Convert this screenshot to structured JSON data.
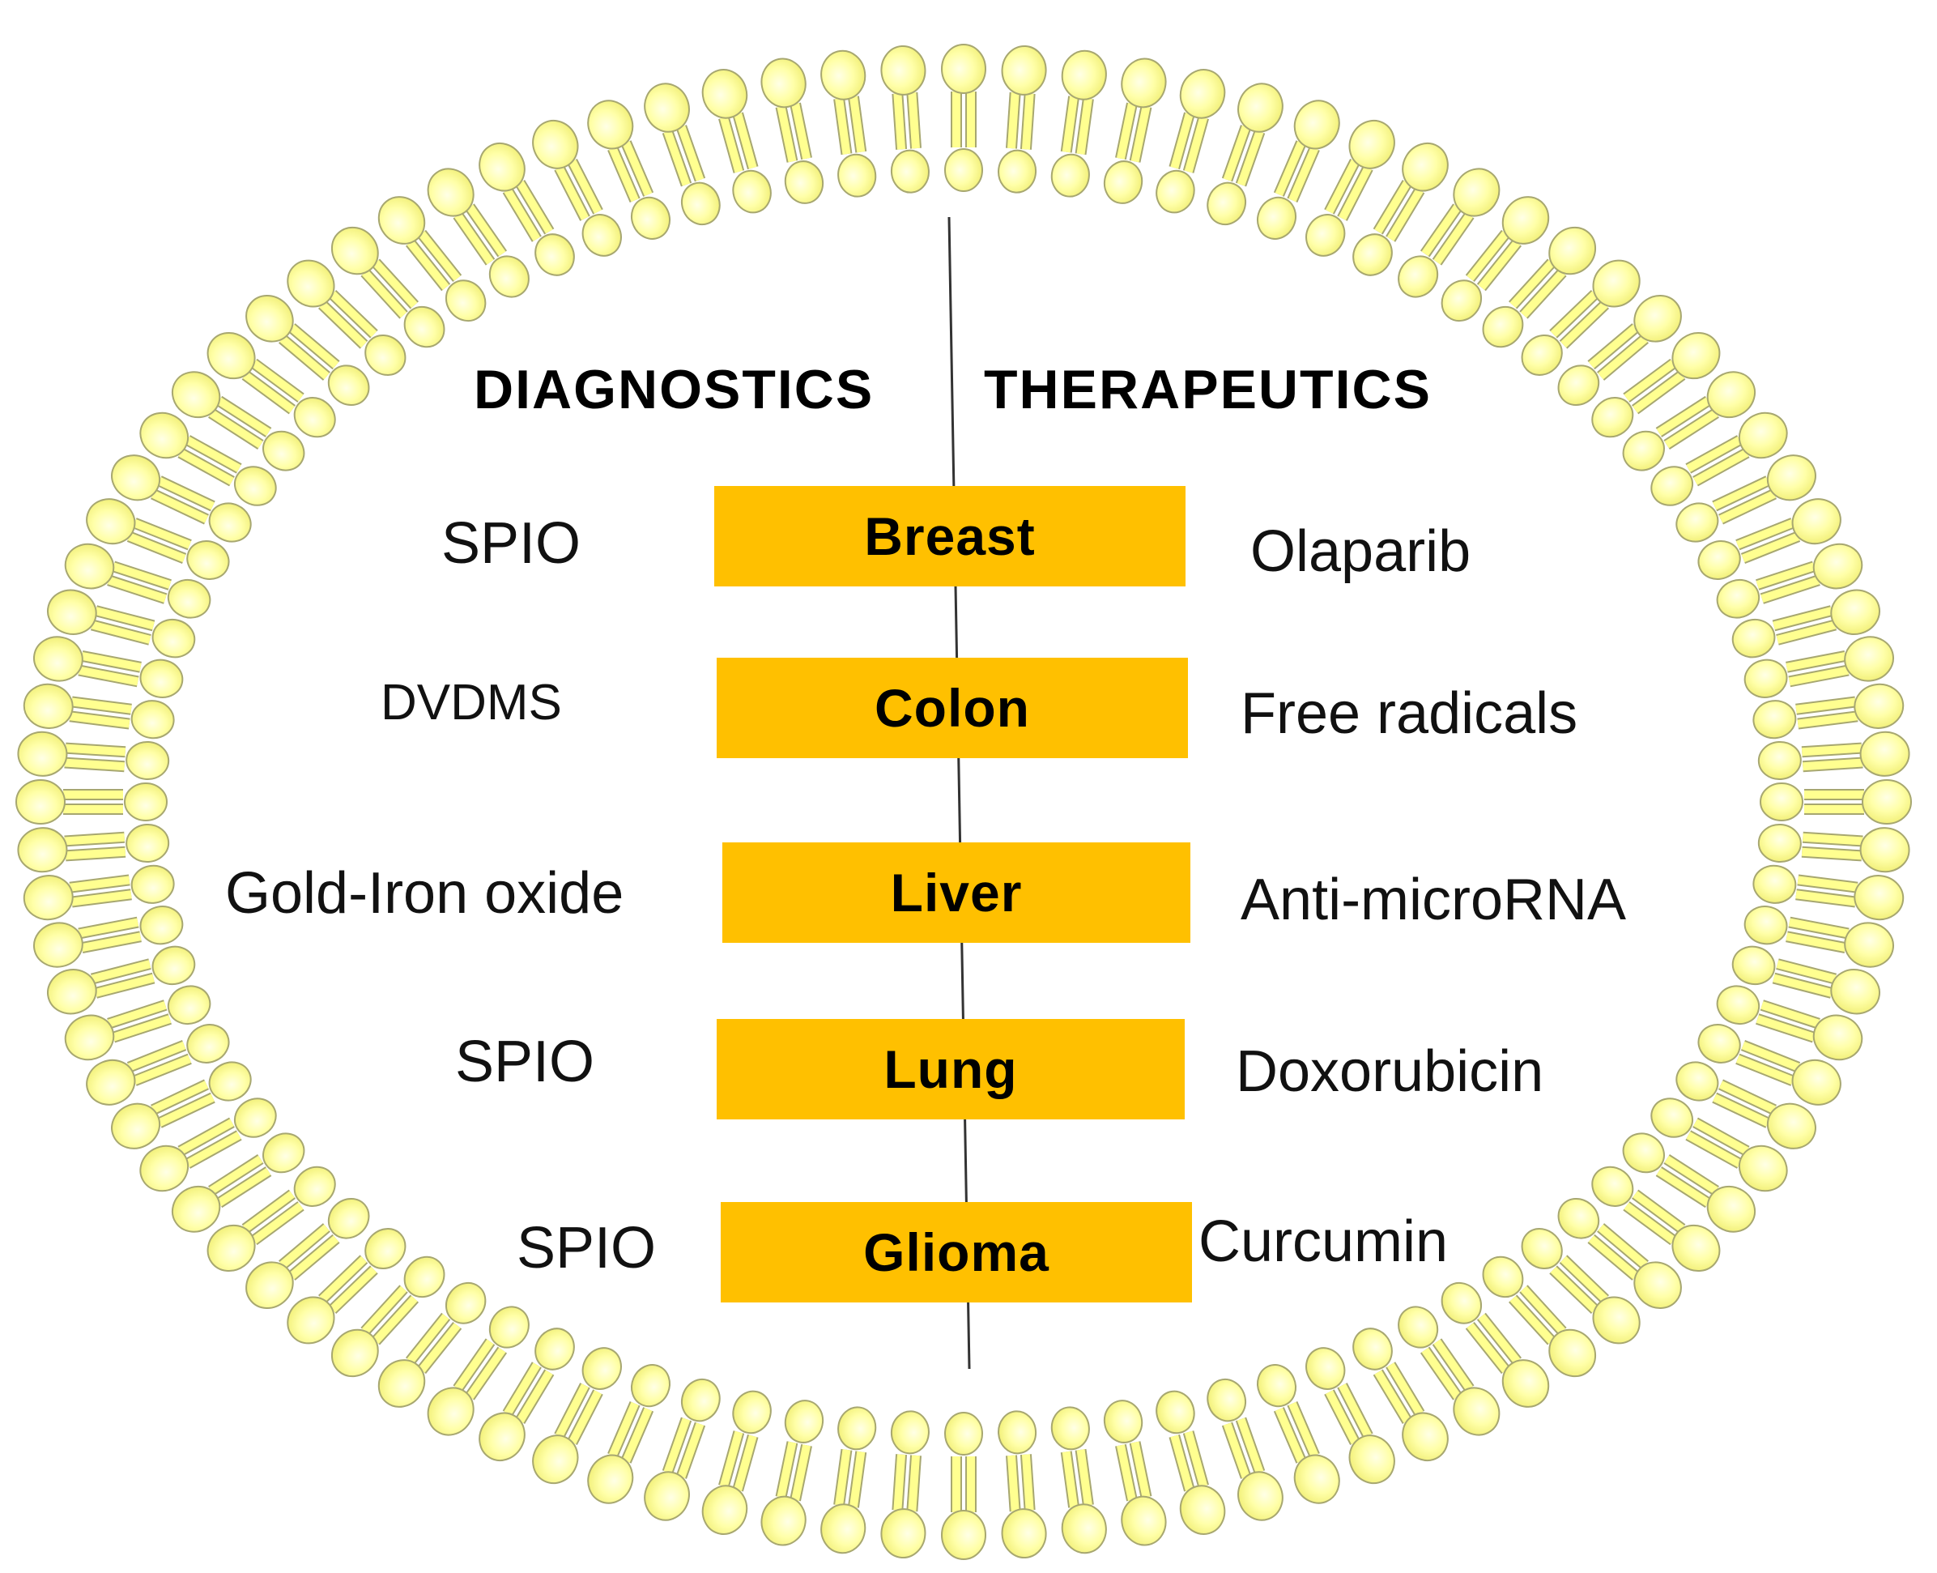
{
  "headings": {
    "left": "DIAGNOSTICS",
    "right": "THERAPEUTICS"
  },
  "colors": {
    "organ_box": "#ffc000",
    "head_fill": "#ffffa0",
    "head_stroke": "#a7a770",
    "tail_fill": "#ffff90",
    "divider": "#333333"
  },
  "rows": [
    {
      "organ": "Breast",
      "diagnostic": "SPIO",
      "therapeutic": "Olaparib"
    },
    {
      "organ": "Colon",
      "diagnostic": "DVDMS",
      "therapeutic": "Free radicals"
    },
    {
      "organ": "Liver",
      "diagnostic": "Gold-Iron oxide",
      "therapeutic": "Anti-microRNA"
    },
    {
      "organ": "Lung",
      "diagnostic": "SPIO",
      "therapeutic": "Doxorubicin"
    },
    {
      "organ": "Glioma",
      "diagnostic": "SPIO",
      "therapeutic": "Curcumin"
    }
  ]
}
